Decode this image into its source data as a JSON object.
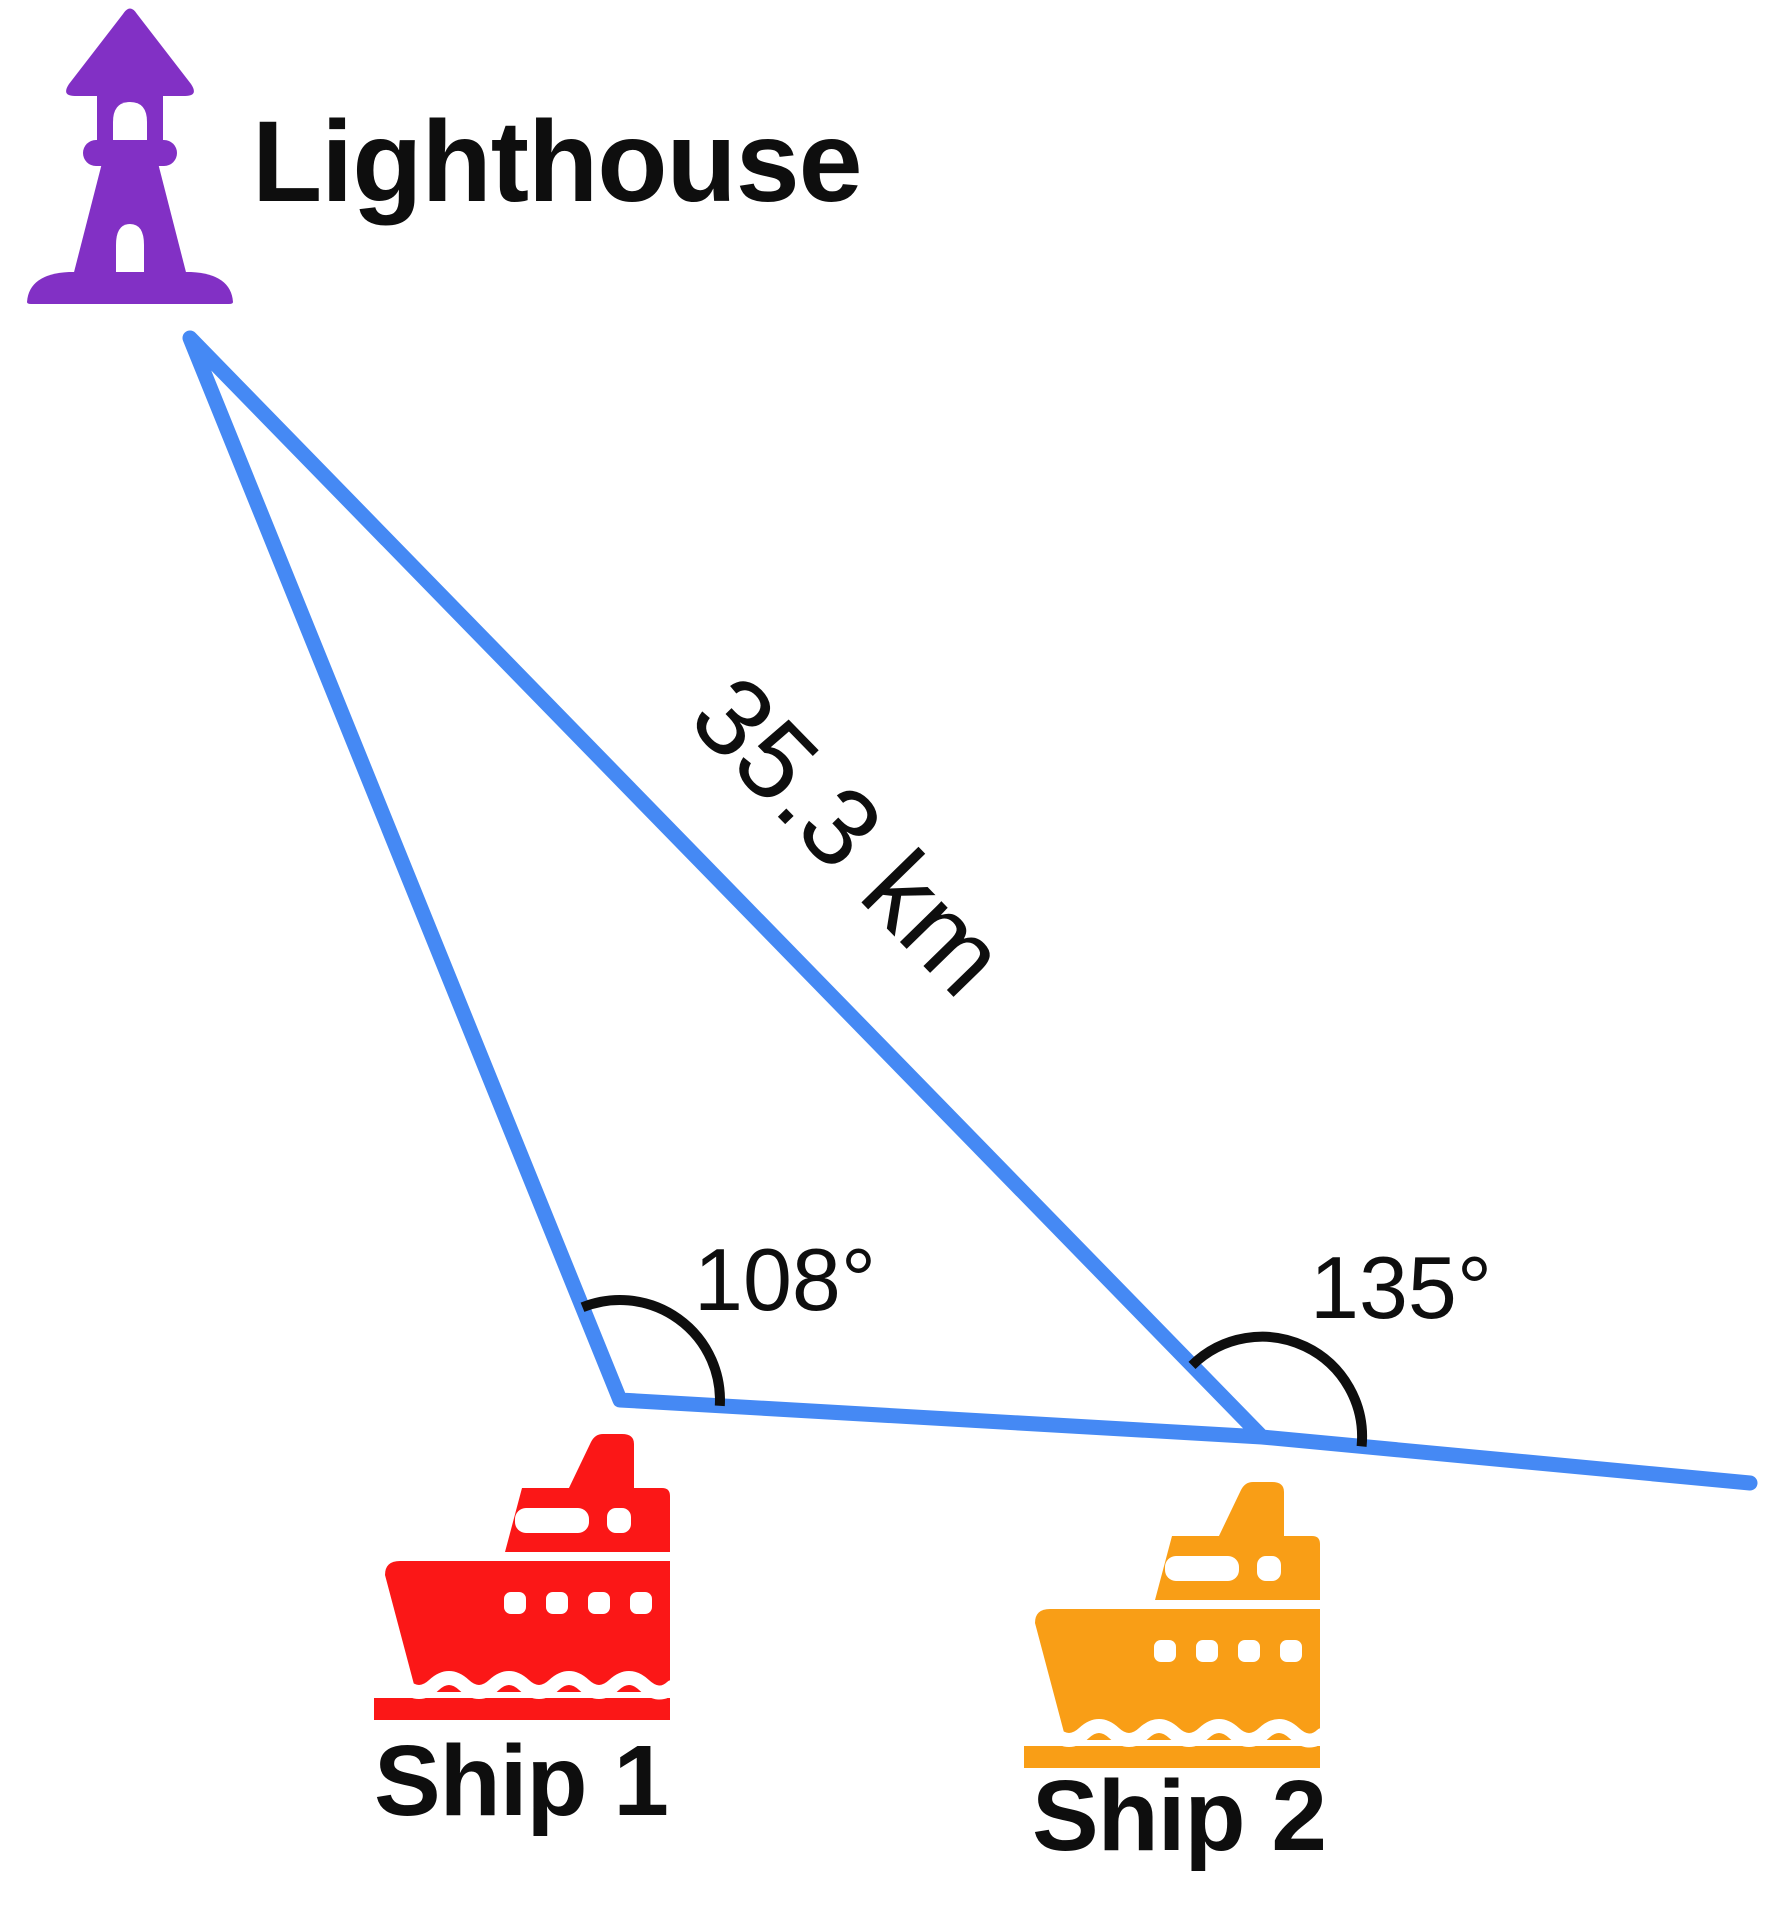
{
  "diagram": {
    "lighthouse_label": "Lighthouse",
    "distance_label": "35.3 km",
    "ship1": {
      "label": "Ship 1",
      "angle": "108°"
    },
    "ship2": {
      "label": "Ship 2",
      "angle": "135°"
    }
  },
  "icons": {
    "lighthouse": "lighthouse-icon",
    "ship1": "ship-icon",
    "ship2": "ship-icon"
  },
  "colors": {
    "lighthouse_purple": "#8230C5",
    "line_blue": "#4589F4",
    "ship1_red": "#FB1717",
    "ship2_orange": "#F99E16",
    "ink_black": "#0E0E0E",
    "background": "#FFFFFF"
  }
}
